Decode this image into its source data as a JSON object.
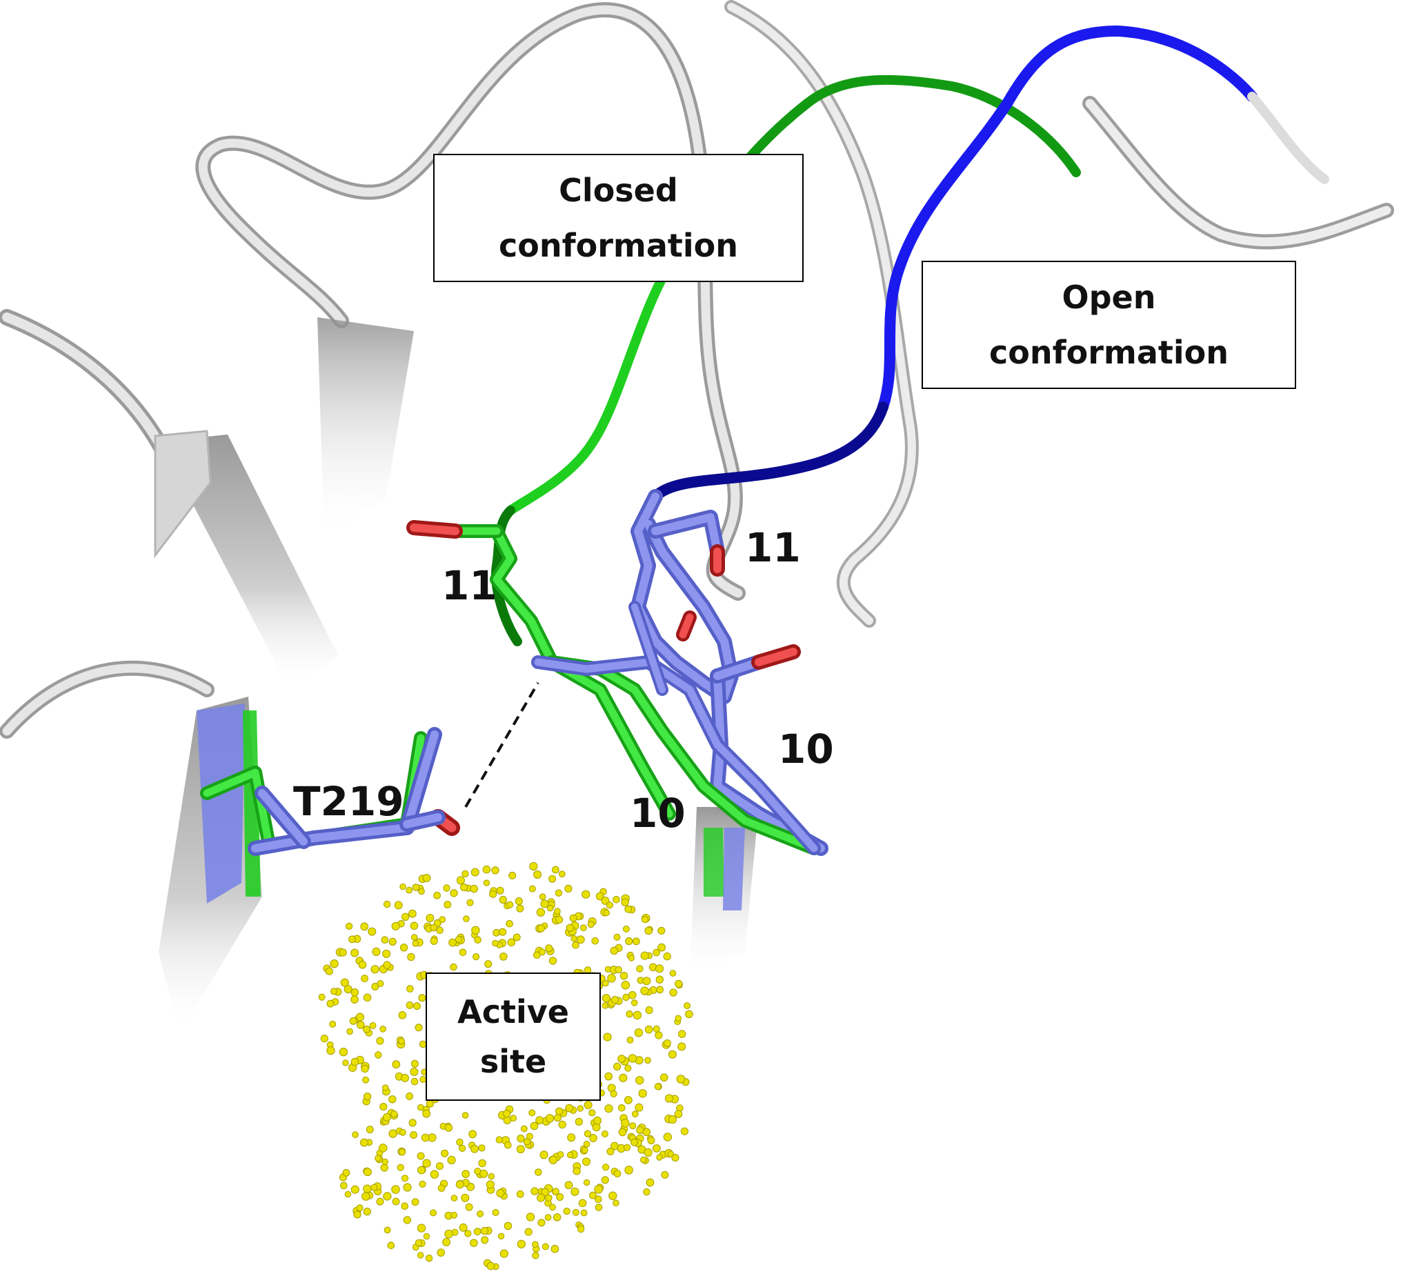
{
  "labels": {
    "closed": {
      "line1": "Closed",
      "line2": "conformation"
    },
    "open": {
      "line1": "Open",
      "line2": "conformation"
    },
    "active_site": {
      "line1": "Active",
      "line2": "site"
    },
    "residues": {
      "t219": "T219",
      "closed_11": "11",
      "open_11": "11",
      "open_10": "10",
      "closed_10": "10"
    }
  },
  "colors": {
    "closed_loop": "#22dd22",
    "closed_loop_dark": "#0a7a0a",
    "open_loop": "#1a1aee",
    "open_loop_dark": "#0a0a90",
    "open_sticks": "#7b85e6",
    "oxygen": "#e23030",
    "active_site_dots": "#e8e000",
    "backbone": "#c9c9c9"
  },
  "icons": {
    "hbond": "dashed-hydrogen-bond-line",
    "dots": "active-site-dot-cloud"
  }
}
